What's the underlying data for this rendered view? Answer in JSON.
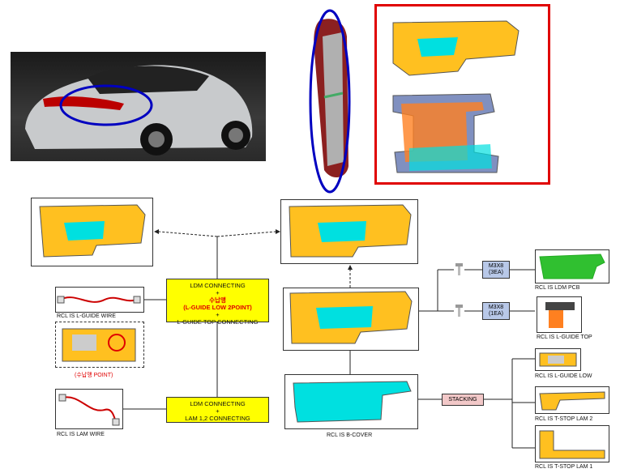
{
  "colors": {
    "accent": "#e00000",
    "note": "#ffff00",
    "hardware": "#b8c8e8",
    "stacking": "#f2c8c8",
    "cover": "#00e0e0",
    "board": "#ffc020",
    "pcb": "#30c030"
  },
  "labels": {
    "ldm_connecting": "LDM CONNECTING",
    "plus1": "+",
    "ldm_korean": "수납맹",
    "ldm_lguide_low": "(L-GUIDE LOW 2POINT)",
    "plus2": "+",
    "ldm_lguide_top": "L-GUIDE TOP CONNECTING",
    "lam_ldm": "LDM CONNECTING",
    "plus3": "+",
    "lam_connecting": "LAM 1,2 CONNECTING",
    "l_guide_wire": "RCL IS L-GUIDE WIRE",
    "point_label": "(수납맹 POINT)",
    "lam_wire": "RCL IS LAM WIRE",
    "b_cover": "RCL IS B-COVER",
    "stacking": "STACKING",
    "m3x8_3_top": "M3X8",
    "m3x8_3_bot": "(3EA)",
    "m3x8_1_top": "M3X8",
    "m3x8_1_bot": "(1EA)",
    "ldm_pcb": "RCL IS LDM PCB",
    "l_guide_top": "RCL IS L-GUIDE TOP",
    "l_guide_low": "RCL IS L-GUIDE LOW",
    "t_stop_2": "RCL IS T-STOP LAM 2",
    "t_stop_1": "RCL IS T-STOP LAM 1"
  }
}
